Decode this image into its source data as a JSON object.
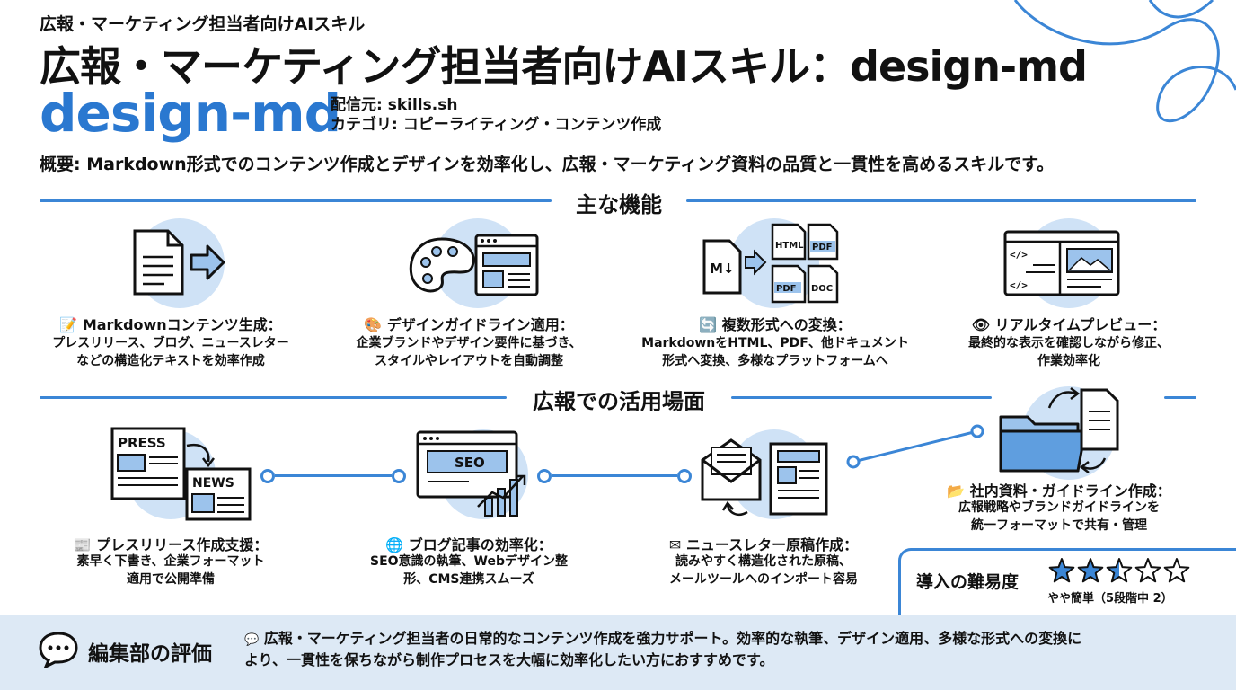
{
  "header": {
    "small_title": "広報・マーケティング担当者向けAIスキル",
    "main_title": "広報・マーケティング担当者向けAIスキル：design-md",
    "skill_name": "design-md",
    "source": "配信元: skills.sh",
    "category": "カテゴリ: コピーライティング・コンテンツ作成",
    "overview": "概要: Markdown形式でのコンテンツ作成とデザインを効率化し、広報・マーケティング資料の品質と一貫性を高めるスキルです。"
  },
  "features_section": {
    "title": "主な機能",
    "items": [
      {
        "emoji": "📝",
        "title": "Markdownコンテンツ生成：",
        "desc1": "プレスリリース、ブログ、ニュースレター",
        "desc2": "などの構造化テキストを効率作成"
      },
      {
        "emoji": "🎨",
        "title": "デザインガイドライン適用：",
        "desc1": "企業ブランドやデザイン要件に基づき、",
        "desc2": "スタイルやレイアウトを自動調整"
      },
      {
        "emoji": "🔄",
        "title": "複数形式への変換：",
        "desc1": "MarkdownをHTML、PDF、他ドキュメント",
        "desc2": "形式へ変換、多様なプラットフォームへ"
      },
      {
        "emoji": "👁",
        "title": "リアルタイムプレビュー：",
        "desc1": "最終的な表示を確認しながら修正、",
        "desc2": "作業効率化"
      }
    ],
    "icon_labels": {
      "md": "M↓",
      "html": "HTML",
      "pdf": "PDF",
      "doc": "DOC",
      "code1": "</>",
      "code2": "</>"
    }
  },
  "usage_section": {
    "title": "広報での活用場面",
    "items": [
      {
        "emoji": "📰",
        "title": "プレスリリース作成支援：",
        "desc1": "素早く下書き、企業フォーマット",
        "desc2": "適用で公開準備"
      },
      {
        "emoji": "🌐",
        "title": "ブログ記事の効率化：",
        "desc1": "SEO意識の執筆、Webデザイン整",
        "desc2": "形、CMS連携スムーズ"
      },
      {
        "emoji": "✉",
        "title": "ニュースレター原稿作成：",
        "desc1": "読みやすく構造化された原稿、",
        "desc2": "メールツールへのインポート容易"
      },
      {
        "emoji": "📂",
        "title": "社内資料・ガイドライン作成：",
        "desc1": "広報戦略やブランドガイドラインを",
        "desc2": "統一フォーマットで共有・管理"
      }
    ],
    "icon_labels": {
      "press": "PRESS",
      "news": "NEWS",
      "seo": "SEO"
    }
  },
  "difficulty": {
    "label": "導入の難易度",
    "rating": 2.5,
    "max": 5,
    "caption": "やや簡単（5段階中 2）"
  },
  "review": {
    "label": "編集部の評価",
    "emoji": "💬",
    "line1": "広報・マーケティング担当者の日常的なコンテンツ作成を強力サポート。効率的な執筆、デザイン適用、多様な形式への変換に",
    "line2": "より、一貫性を保ちながら制作プロセスを大幅に効率化したい方におすすめです。"
  },
  "colors": {
    "accent": "#2a78d0",
    "line": "#3b86d6",
    "circle": "#cfe2f6",
    "footer": "#dde9f5"
  }
}
